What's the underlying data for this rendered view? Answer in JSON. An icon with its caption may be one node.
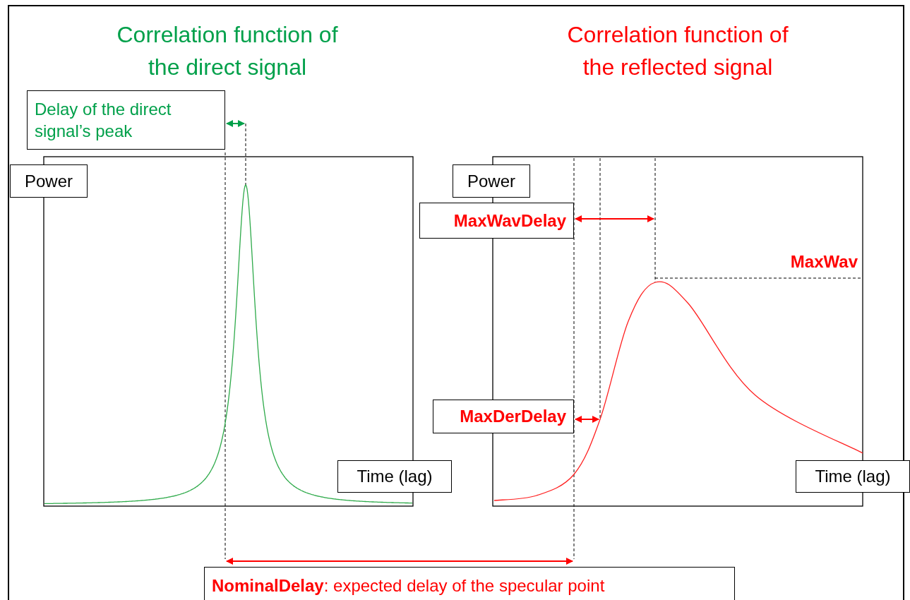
{
  "diagram": {
    "nodes": [
      {
        "text": [
          "Delay of the direct signal’s peak"
        ]
      },
      {
        "text": [
          "Power"
        ]
      },
      {
        "text": [
          "Time (lag)"
        ]
      },
      {
        "text": [
          "Power"
        ]
      },
      {
        "text": [
          "MaxWavDelay"
        ]
      },
      {
        "text": [
          "MaxDerDelay"
        ]
      },
      {
        "text": [
          "Time (lag)"
        ]
      },
      {
        "text": [
          "**NominalDelay**: expected delay of the specular point"
        ]
      }
    ],
    "labels": [
      "Correlation function of the direct signal",
      "Correlation function of the reflected signal",
      "MaxWav"
    ]
  }
}
